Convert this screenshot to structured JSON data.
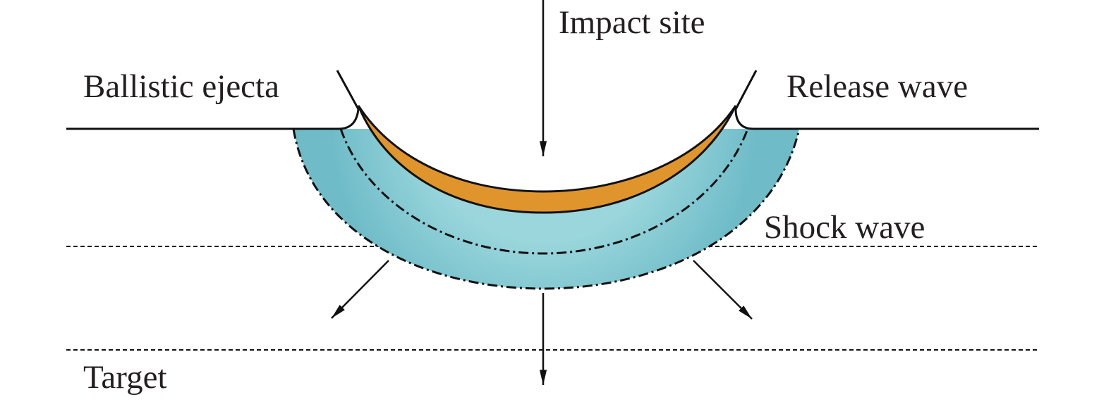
{
  "labels": {
    "impact_site": "Impact site",
    "ballistic_ejecta": "Ballistic ejecta",
    "release_wave": "Release wave",
    "shock_wave": "Shock wave",
    "target": "Target"
  },
  "colors": {
    "shocked_zone": "#8fd0d8",
    "shocked_zone_edge": "#6fbcc8",
    "melt_layer": "#e0952c",
    "line": "#111111"
  }
}
